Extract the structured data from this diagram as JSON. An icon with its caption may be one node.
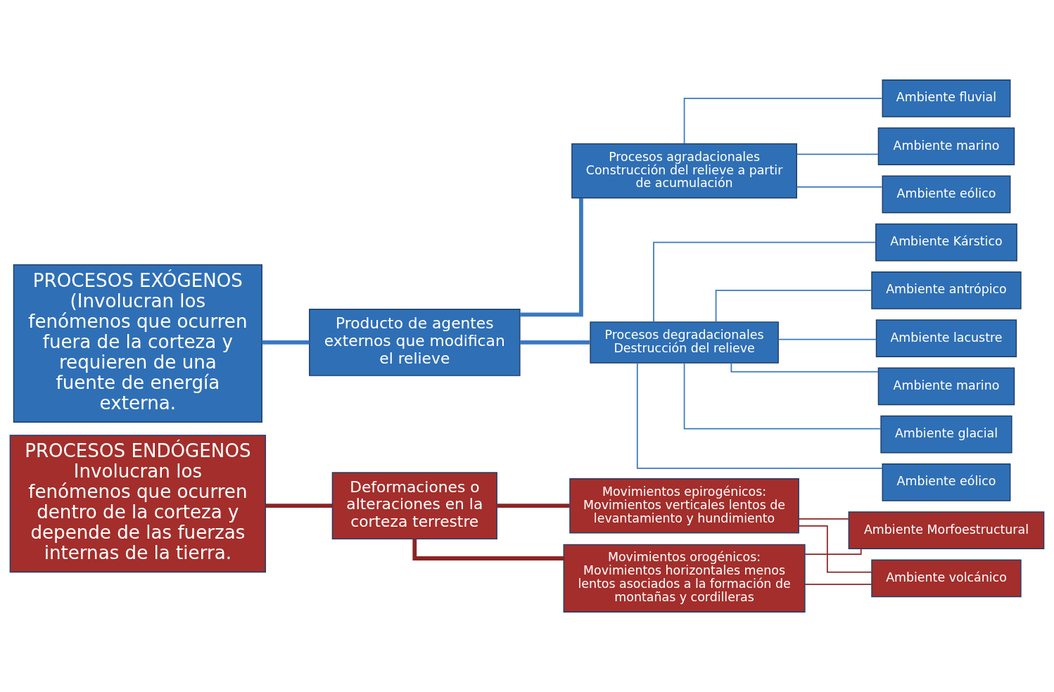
{
  "diagram": {
    "nodes": [
      {
        "text": [
          "PROCESOS EXÓGENOS",
          "(Involucran los fenómenos que ocurren fuera de la corteza y requieren de una fuente de energía externa."
        ]
      },
      {
        "text": [
          "Producto de agentes externos que modifican el relieve"
        ]
      },
      {
        "text": [
          "Procesos agradacionales",
          "Construcción del relieve a partir de acumulación"
        ]
      },
      {
        "text": [
          "Procesos degradacionales",
          "Destrucción del relieve"
        ]
      },
      {
        "text": [
          "Ambiente fluvial"
        ]
      },
      {
        "text": [
          "Ambiente marino"
        ]
      },
      {
        "text": [
          "Ambiente eólico"
        ]
      },
      {
        "text": [
          "Ambiente marino"
        ]
      },
      {
        "text": [
          "Ambiente glacial"
        ]
      },
      {
        "text": [
          "Ambiente eólico"
        ]
      },
      {
        "text": [
          "Ambiente Kárstico"
        ]
      },
      {
        "text": [
          "Ambiente antrópico"
        ]
      },
      {
        "text": [
          "Ambiente lacustre"
        ]
      },
      {
        "text": [
          "PROCESOS ENDÓGENOS",
          "Involucran los fenómenos que ocurren dentro de la corteza y depende de las fuerzas internas de la tierra."
        ]
      },
      {
        "text": [
          "Deformaciones o alteraciones en la corteza terrestre"
        ]
      },
      {
        "text": [
          "Movimientos epirogénicos:",
          "Movimientos verticales lentos de levantamiento y hundimiento"
        ]
      },
      {
        "text": [
          "Movimientos orogénicos:",
          "Movimientos horizontales menos lentos asociados a la formación de montañas y cordilleras"
        ]
      },
      {
        "text": [
          "Ambiente volcánico"
        ]
      },
      {
        "text": [
          "Ambiente Morfoestructural"
        ]
      }
    ],
    "edges": [
      {
        "from": 0,
        "to": 1,
        "arrow": "none",
        "style": "thick"
      },
      {
        "from": 1,
        "to": 2,
        "arrow": "none",
        "style": "thick"
      },
      {
        "from": 1,
        "to": 3,
        "arrow": "none",
        "style": "thick"
      },
      {
        "from": 2,
        "to": 4,
        "arrow": "none"
      },
      {
        "from": 2,
        "to": 5,
        "arrow": "none"
      },
      {
        "from": 2,
        "to": 6,
        "arrow": "none"
      },
      {
        "from": 3,
        "to": 7,
        "arrow": "none"
      },
      {
        "from": 3,
        "to": 8,
        "arrow": "none"
      },
      {
        "from": 3,
        "to": 9,
        "arrow": "none"
      },
      {
        "from": 3,
        "to": 10,
        "arrow": "none"
      },
      {
        "from": 3,
        "to": 11,
        "arrow": "none"
      },
      {
        "from": 3,
        "to": 12,
        "arrow": "none"
      },
      {
        "from": 13,
        "to": 14,
        "arrow": "none",
        "style": "thick",
        "color": "#8b2525"
      },
      {
        "from": 14,
        "to": 15,
        "arrow": "none",
        "style": "thick",
        "color": "#8b2525"
      },
      {
        "from": 14,
        "to": 16,
        "arrow": "none",
        "style": "thick",
        "color": "#8b2525"
      },
      {
        "from": 15,
        "to": 17,
        "arrow": "none",
        "color": "#8b2525"
      },
      {
        "from": 15,
        "to": 18,
        "arrow": "none",
        "color": "#8b2525"
      },
      {
        "from": 16,
        "to": 17,
        "arrow": "none",
        "color": "#8b2525"
      },
      {
        "from": 16,
        "to": 18,
        "arrow": "none",
        "color": "#8b2525"
      }
    ]
  }
}
